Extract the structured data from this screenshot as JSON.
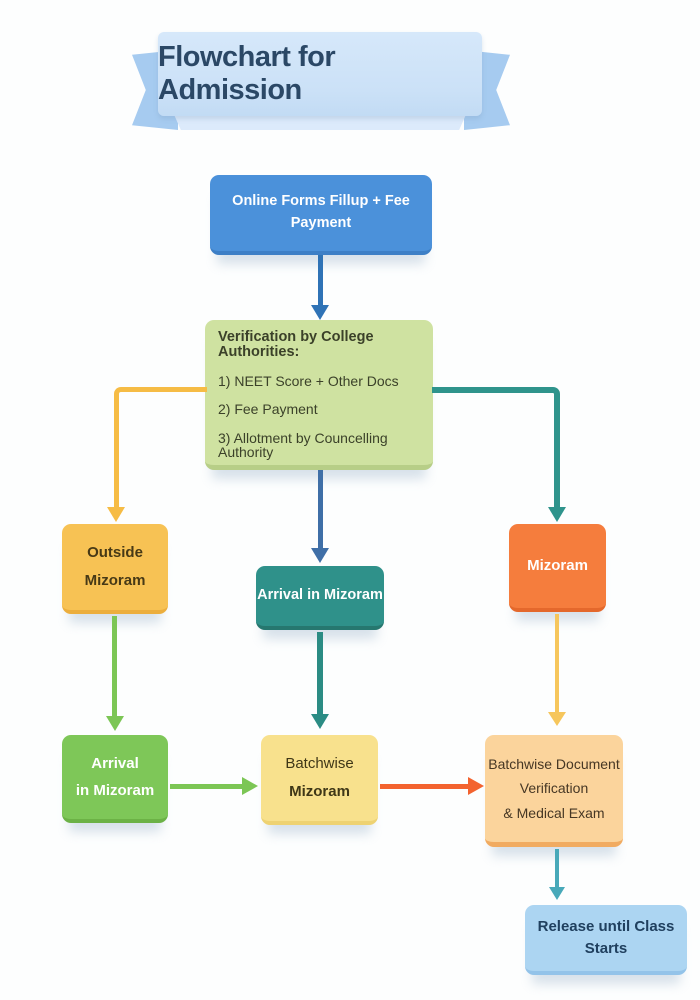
{
  "banner": {
    "title": "Flowchart for Admission"
  },
  "nodes": {
    "online_forms": {
      "label": "Online Forms Fillup + Fee Payment",
      "color": "#4b91da"
    },
    "verification": {
      "heading": "Verification by College Authorities:",
      "items": [
        "1) NEET Score + Other Docs",
        "2) Fee Payment",
        "3) Allotment by Councelling Authority"
      ],
      "color": "#cfe2a1"
    },
    "outside_mizoram": {
      "lines": [
        "Outside",
        "Mizoram"
      ],
      "color": "#f7c254"
    },
    "arrival_in_mizoram": {
      "label": "Arrival in Mizoram",
      "color": "#2f918a"
    },
    "mizoram": {
      "label": "Mizoram",
      "color": "#f57d3d"
    },
    "arrival_in_mizoram_outside": {
      "lines": [
        "Arrival",
        "in Mizoram"
      ],
      "color": "#7ec758"
    },
    "batchwise_mizoram": {
      "lines": [
        "Batchwise",
        "Mizoram"
      ],
      "color": "#f8e18d"
    },
    "batchwise_document": {
      "lines": [
        "Batchwise Document",
        "Verification",
        "& Medical Exam"
      ],
      "color": "#fbd49c"
    },
    "release": {
      "label": "Release until Class Starts",
      "color": "#acd5f2"
    }
  },
  "edges": [
    {
      "from": "online_forms",
      "to": "verification",
      "color": "#2f73b6"
    },
    {
      "from": "verification",
      "to": "outside_mizoram",
      "color": "#f6bc45"
    },
    {
      "from": "verification",
      "to": "arrival_in_mizoram",
      "color": "#3f6fa7"
    },
    {
      "from": "verification",
      "to": "mizoram",
      "color": "#2f948c"
    },
    {
      "from": "outside_mizoram",
      "to": "arrival_in_mizoram_outside",
      "color": "#7cc655"
    },
    {
      "from": "arrival_in_mizoram",
      "to": "batchwise_mizoram",
      "color": "#2b8c84"
    },
    {
      "from": "mizoram",
      "to": "batchwise_document",
      "color": "#f6c65c"
    },
    {
      "from": "arrival_in_mizoram_outside",
      "to": "batchwise_mizoram",
      "color": "#7cc655"
    },
    {
      "from": "batchwise_mizoram",
      "to": "batchwise_document",
      "color": "#f3632f"
    },
    {
      "from": "batchwise_document",
      "to": "release",
      "color": "#48a9b9"
    }
  ]
}
